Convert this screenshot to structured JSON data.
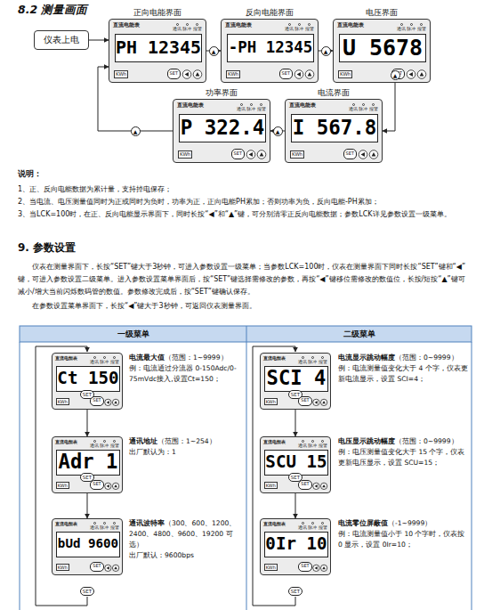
{
  "diagram": {
    "title": "8.2 测量画面",
    "nodes": [
      {
        "text": [
          "仪表上电"
        ]
      },
      {
        "text": [
          "正向电能界面",
          "直流电能表",
          "通讯 脉冲 报警",
          "PH 12345",
          "KWh",
          "SET"
        ]
      },
      {
        "text": [
          "反向电能界面",
          "直流电能表",
          "通讯 脉冲 报警",
          "-PH 12345",
          "KWh",
          "SET"
        ]
      },
      {
        "text": [
          "电压界面",
          "直流电能表",
          "通讯 脉冲 报警",
          "U 5678",
          "KWh",
          "SET"
        ]
      },
      {
        "text": [
          "功率界面",
          "直流电能表",
          "通讯 脉冲 报警",
          "P 322.4",
          "KWh",
          "SET"
        ]
      },
      {
        "text": [
          "电流界面",
          "直流电能表",
          "通讯 脉冲 报警",
          "I 567.8",
          "KWh",
          "SET"
        ]
      },
      {
        "text": [
          "直流电能表",
          "通讯 脉冲 报警",
          "Ct 150",
          "KWh",
          "SET"
        ]
      },
      {
        "text": [
          "直流电能表",
          "通讯 脉冲 报警",
          "Adr 1",
          "KWh",
          "SET"
        ]
      },
      {
        "text": [
          "直流电能表",
          "通讯 脉冲 报警",
          "bUd 9600",
          "KWh",
          "SET"
        ]
      },
      {
        "text": [
          "直流电能表",
          "通讯 脉冲 报警",
          "SCI 4",
          "KWh",
          "SET"
        ]
      },
      {
        "text": [
          "直流电能表",
          "通讯 脉冲 报警",
          "SCU 15",
          "KWh",
          "SET"
        ]
      },
      {
        "text": [
          "直流电能表",
          "通讯 脉冲 报警",
          "0Ir 10",
          "KWh",
          "SET"
        ]
      }
    ],
    "edges": [
      {
        "from": 0,
        "to": 1,
        "arrow": "to"
      },
      {
        "from": 1,
        "to": 2,
        "label": "▲",
        "arrow": "to"
      },
      {
        "from": 2,
        "to": 3,
        "label": "▲",
        "arrow": "to"
      },
      {
        "from": 3,
        "to": 5,
        "label": "▲",
        "arrow": "to"
      },
      {
        "from": 5,
        "to": 4,
        "label": "▲",
        "arrow": "to"
      },
      {
        "from": 4,
        "to": 1,
        "label": "▲",
        "arrow": "to"
      },
      {
        "from": 6,
        "to": 7,
        "label": "SET",
        "arrow": "to"
      },
      {
        "from": 7,
        "to": 8,
        "label": "SET",
        "arrow": "to"
      },
      {
        "from": 9,
        "to": 10,
        "label": "SET",
        "arrow": "to"
      },
      {
        "from": 10,
        "to": 11,
        "label": "SET",
        "arrow": "to"
      }
    ],
    "labels": [
      "说明：",
      "1、正、反向电能数据为累计量，支持掉电保存；",
      "2、当电流、电压测量值同时为正或同时为负时，功率为正，正向电能PH累加；否则功率为负，反向电能-PH累加；",
      "3、当LCK=100时，在正、反向电能显示界面下，同时长按“◀”和“▲”键，可分别清零正反向电能数据；参数LCK详见参数设置一级菜单。",
      "9. 参数设置",
      "仪表在测量界面下，长按“SET”键大于3秒钟，可进入参数设置一级菜单；当参数LCK=100时，仪表在测量界面下同时长按“SET”键和“◀”键，可进入参数设置二级菜单。进入参数设置菜单界面后，按“SET”键选择需修改的参数，再按“◀”键移位需修改的数值位，长按/短按“▲”键可减小/增大当前闪烁数码管的数值。参数修改完成后，按“SET”键确认保存。",
      "在参数设置菜单界面下，长按“◀”键大于3秒钟，可返回仪表测量界面。",
      "一级菜单",
      "二级菜单",
      "电流最大值",
      "（范围：1~9999）",
      "例：电流通过分流器 0-150Adc/0-75mVdc接入,设置Ct=150；",
      "通讯地址",
      "（范围：1~254）",
      "出厂默认为：1",
      "通讯波特率",
      "（300、600、1200、2400、4800、9600、19200 可选）",
      "出厂默认：9600bps",
      "电流显示跳动幅度",
      "（范围：0~9999）",
      "例：电流测量值变化大于 4 个字，仪表更新电流显示，设置 SCI=4；",
      "电压显示跳动幅度",
      "（范围：0~9999）",
      "例：电压测量值变化大于 15 个字，仪表更新电压显示，设置 SCU=15；",
      "电流零位屏蔽值",
      "（-1~9999）",
      "例：电流测量值小于 10 个字时，仪表按 0 显示，设置 0Ir=10；",
      "SET",
      "SET"
    ]
  }
}
